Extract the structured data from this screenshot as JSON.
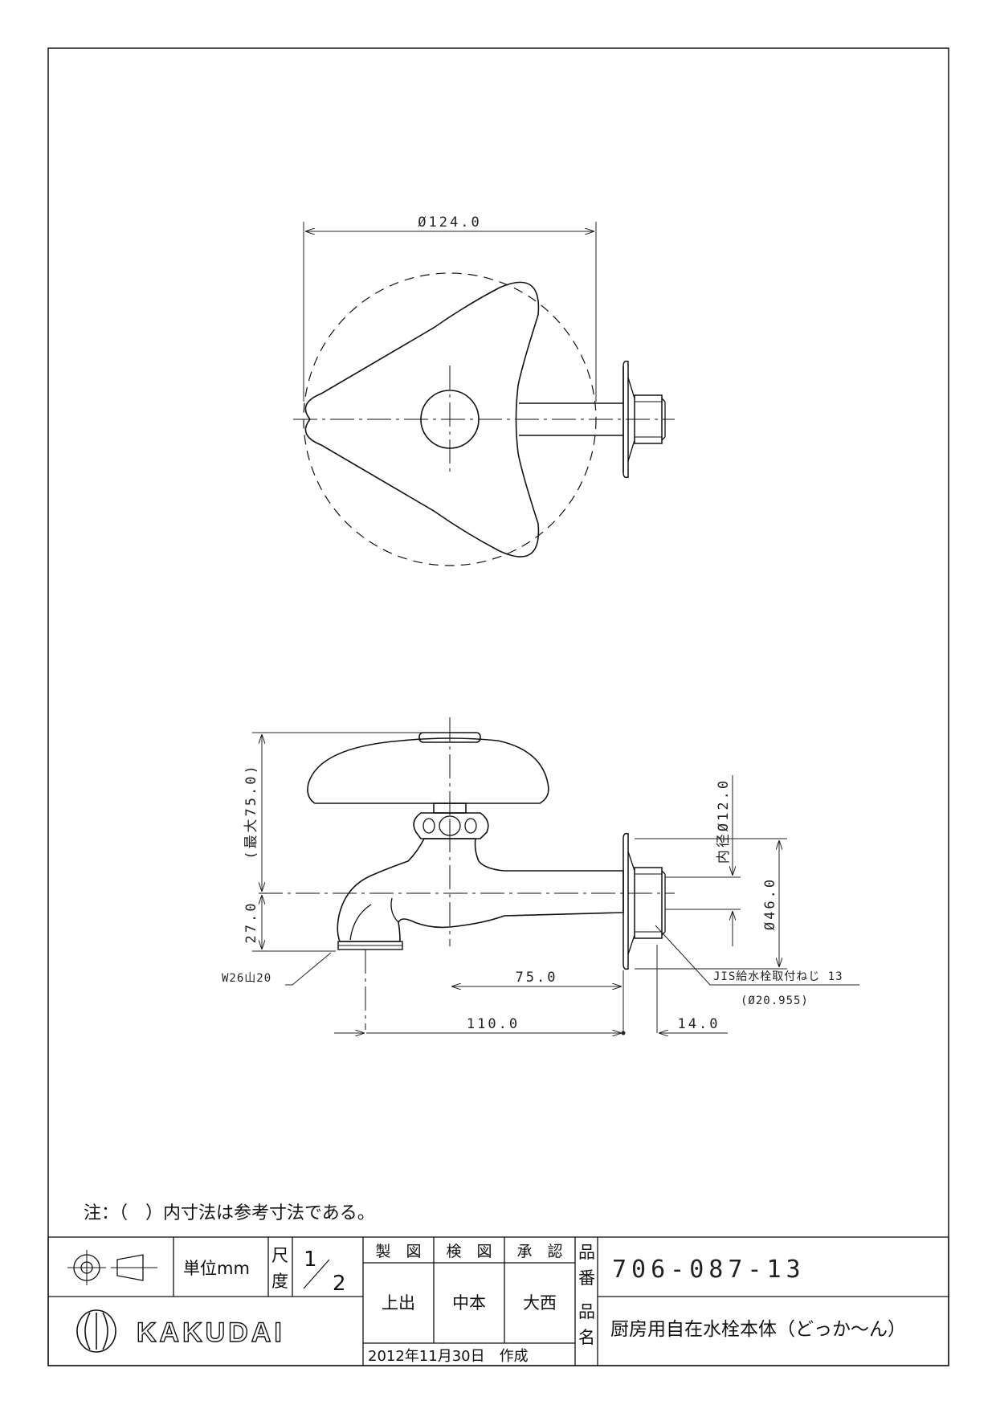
{
  "top_view": {
    "diameter_label": "Ø124.0"
  },
  "side_view": {
    "max_height_label": "(最大75.0)",
    "height_27_label": "27.0",
    "inner_diameter_label": "内径Ø12.0",
    "flange_diameter_label": "Ø46.0",
    "thread_label": "W26山20",
    "jis_label": "JIS給水栓取付ねじ 13",
    "jis_sub_label": "(Ø20.955)",
    "dim_75_label": "75.0",
    "dim_110_label": "110.0",
    "dim_14_label": "14.0"
  },
  "note": "注：（　）内寸法は参考寸法である。",
  "title_block": {
    "unit_label": "単位mm",
    "scale_label_1": "尺",
    "scale_label_2": "度",
    "scale_num": "1",
    "scale_den": "2",
    "drawn_header": "製　図",
    "checked_header": "検　図",
    "approved_header": "承　認",
    "drawn_by": "上出",
    "checked_by": "中本",
    "approved_by": "大西",
    "part_no_label_1": "品",
    "part_no_label_2": "番",
    "part_number": "706-087-13",
    "name_label_1": "品",
    "name_label_2": "名",
    "product_name": "厨房用自在水栓本体（どっか～ん）",
    "date": "2012年11月30日　作成",
    "brand": "KAKUDAI"
  }
}
